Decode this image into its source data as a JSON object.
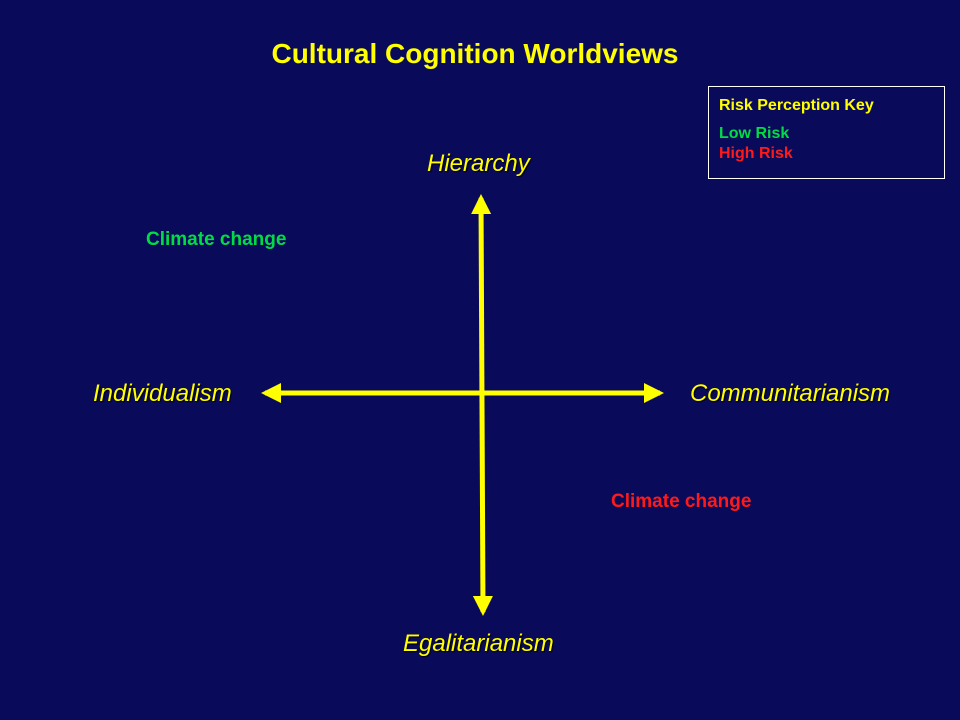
{
  "title": "Cultural Cognition Worldviews",
  "axes": {
    "top": "Hierarchy",
    "bottom": "Egalitarianism",
    "left": "Individualism",
    "right": "Communitarianism"
  },
  "notes": [
    {
      "text": "Climate change",
      "risk": "low"
    },
    {
      "text": "Climate change",
      "risk": "high"
    }
  ],
  "key": {
    "title": "Risk Perception Key",
    "low": "Low Risk",
    "high": "High Risk"
  },
  "colors": {
    "background": "#0a0a5a",
    "axis": "#ffff00",
    "low_risk": "#00dd44",
    "high_risk": "#ff1a1a"
  }
}
